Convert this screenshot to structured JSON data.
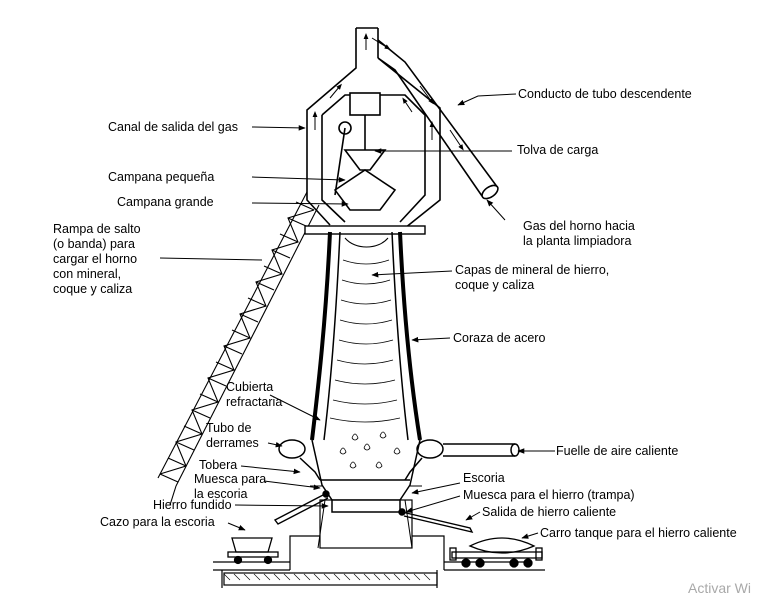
{
  "labels": {
    "conducto": "Conducto de tubo descendente",
    "canal": "Canal de salida del gas",
    "tolva": "Tolva de carga",
    "campana_pequena": "Campana pequeña",
    "campana_grande": "Campana grande",
    "gas": "Gas del horno hacia\nla planta limpiadora",
    "rampa": "Rampa de salto\n(o banda) para\ncargar el horno\ncon mineral,\ncoque y caliza",
    "capas": "Capas de mineral de hierro,\ncoque y caliza",
    "coraza": "Coraza de acero",
    "cubierta": "Cubierta\nrefractaria",
    "tubo": "Tubo de\nderrames",
    "fuelle": "Fuelle de aire caliente",
    "tobera": "Tobera",
    "escoria": "Escoria",
    "muesca_escoria": "Muesca para\nla escoria",
    "muesca_hierro": "Muesca para el hierro (trampa)",
    "hierro_fundido": "Hierro fundido",
    "salida": "Salida de hierro caliente",
    "cazo": "Cazo para la escoria",
    "carro": "Carro tanque para el hierro caliente"
  },
  "watermark": "Activar Wi"
}
